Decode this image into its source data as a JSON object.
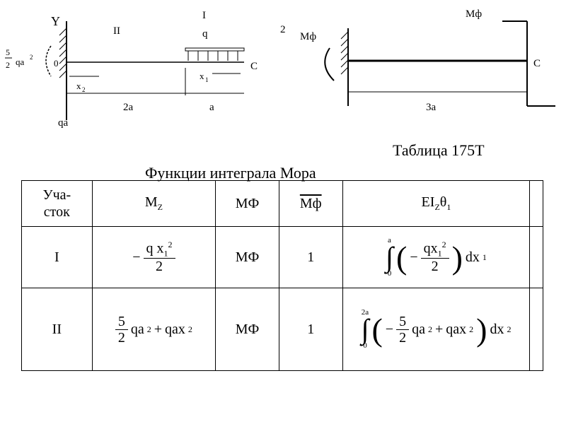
{
  "diagram1": {
    "y_axis": "Y",
    "moment_coef_num": "5",
    "moment_coef_den": "2",
    "moment_expr": "qa",
    "moment_exp": "2",
    "origin": "0",
    "section_II": "II",
    "section_I": "I",
    "load_q": "q",
    "x2": "x",
    "x2_sub": "2",
    "x1": "x",
    "x1_sub": "1",
    "point_c": "C",
    "dim_2a": "2a",
    "dim_a": "a",
    "reaction": "qa"
  },
  "diagram2": {
    "label": "2",
    "moment_left": "Mф",
    "moment_right": "Mф",
    "point_c": "C",
    "dim_3a": "3a"
  },
  "table_label": "Таблица  175Т",
  "table_title": "Функции интеграла Мора",
  "table": {
    "headers": {
      "col1": "Уча-\nсток",
      "col2_main": "M",
      "col2_sub": "Z",
      "col3": "MФ",
      "col4": "Mф",
      "col5_main": "EI",
      "col5_sub": "Z",
      "col5_theta": "θ",
      "col5_theta_sub": "1"
    },
    "rows": [
      {
        "section": "I",
        "mz_sign": "−",
        "mz_num_q": "q",
        "mz_num_x": "x",
        "mz_num_xsub": "1",
        "mz_num_exp": "2",
        "mz_den": "2",
        "mphi": "MФ",
        "mbar": "1",
        "int_upper": "a",
        "int_lower": "0",
        "int_sign": "−",
        "int_num": "qx",
        "int_num_sub": "1",
        "int_num_exp": "2",
        "int_den": "2",
        "int_d": "dx",
        "int_d_sub": "1"
      },
      {
        "section": "II",
        "mz_coef_num": "5",
        "mz_coef_den": "2",
        "mz_term1": "qa",
        "mz_term1_exp": "2",
        "mz_plus": "+",
        "mz_term2": "qax",
        "mz_term2_sub": "2",
        "mphi": "MФ",
        "mbar": "1",
        "int_upper": "2a",
        "int_lower": "0",
        "int_sign": "−",
        "int_coef_num": "5",
        "int_coef_den": "2",
        "int_term1": "qa",
        "int_term1_exp": "2",
        "int_plus": "+",
        "int_term2": "qax",
        "int_term2_sub": "2",
        "int_d": "dx",
        "int_d_sub": "2"
      }
    ]
  }
}
